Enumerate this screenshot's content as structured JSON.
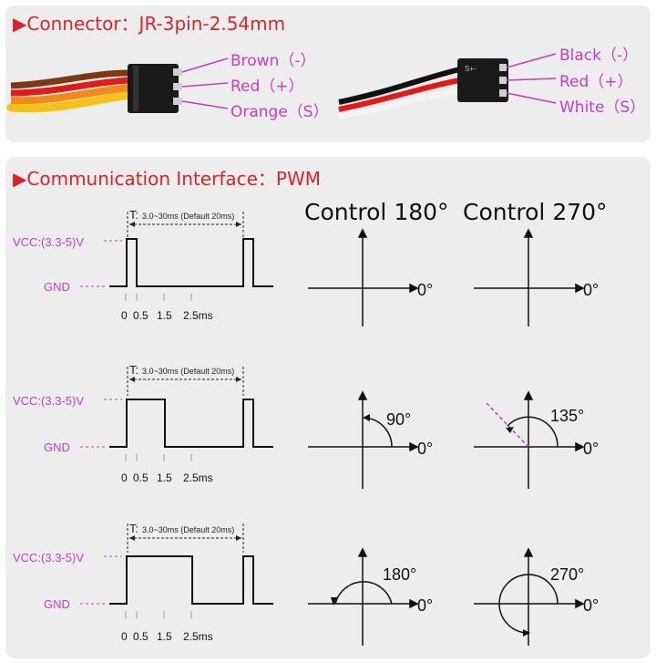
{
  "connector": {
    "heading": "Connector：JR-3pin-2.54mm",
    "left_wires": [
      "Brown（-）",
      "Red（+）",
      "Orange（S）"
    ],
    "right_wires": [
      "Black（-）",
      "Red（+）",
      "White（S）"
    ],
    "plug_marking": "S+-",
    "colors": {
      "brown": "#7a3b14",
      "red": "#e11b1b",
      "orange": "#f28a1a",
      "yellow": "#f6c21a",
      "black": "#111111",
      "label": "#c43cc7"
    }
  },
  "interface": {
    "heading": "Communication Interface：PWM",
    "columns": [
      "Control 180°",
      "Control 270°"
    ],
    "vcc_label": "VCC:(3.3-5)V",
    "gnd_label": "GND",
    "period_prefix": "T:",
    "period_text": "3.0~30ms (Default 20ms)",
    "time_ticks": [
      "0",
      "0.5",
      "1.5",
      "2.5ms"
    ],
    "zero_label": "0°",
    "rows": [
      {
        "pulse_ms": 0.5,
        "angle_180": "0°",
        "angle_270": "0°",
        "show_180": "",
        "show_270": ""
      },
      {
        "pulse_ms": 1.5,
        "angle_180": "90°",
        "angle_270": "135°"
      },
      {
        "pulse_ms": 2.5,
        "angle_180": "180°",
        "angle_270": "270°"
      }
    ]
  }
}
